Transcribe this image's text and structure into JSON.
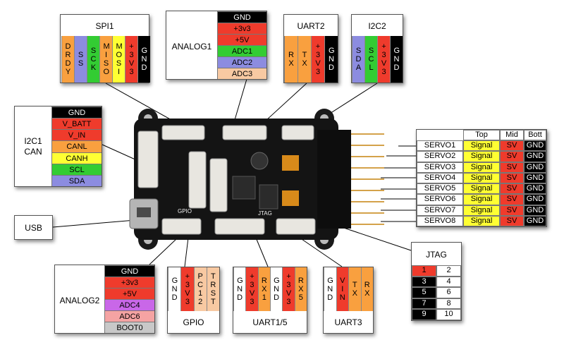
{
  "colors": {
    "black": "#000000",
    "red": "#ef3b2c",
    "orange": "#f9a03f",
    "yellow": "#ffff33",
    "green": "#33cc33",
    "blue": "#8c8ce0",
    "violet": "#c967e8",
    "peach": "#f8c9a2",
    "pink": "#f5a3a3",
    "gray": "#c8c8c8"
  },
  "spi1": {
    "title": "SPI1",
    "pins": [
      {
        "text": "DRDY",
        "color": "#f9a03f",
        "fg": "#000"
      },
      {
        "text": "SS",
        "color": "#8c8ce0",
        "fg": "#000"
      },
      {
        "text": "SCK",
        "color": "#33cc33",
        "fg": "#000"
      },
      {
        "text": "MISO",
        "color": "#f9a03f",
        "fg": "#000"
      },
      {
        "text": "MOSI",
        "color": "#ffff33",
        "fg": "#000"
      },
      {
        "text": "+3V3",
        "color": "#ef3b2c",
        "fg": "#000"
      },
      {
        "text": "GND",
        "color": "#000000",
        "fg": "#fff"
      }
    ]
  },
  "analog1": {
    "title": "ANALOG1",
    "rows": [
      {
        "text": "GND",
        "color": "#000000",
        "fg": "#fff"
      },
      {
        "text": "+3v3",
        "color": "#ef3b2c",
        "fg": "#000"
      },
      {
        "text": "+5V",
        "color": "#ef3b2c",
        "fg": "#000"
      },
      {
        "text": "ADC1",
        "color": "#33cc33",
        "fg": "#000"
      },
      {
        "text": "ADC2",
        "color": "#8c8ce0",
        "fg": "#000"
      },
      {
        "text": "ADC3",
        "color": "#f8c9a2",
        "fg": "#000"
      }
    ]
  },
  "uart2": {
    "title": "UART2",
    "pins": [
      {
        "text": "RX",
        "color": "#f9a03f",
        "fg": "#000"
      },
      {
        "text": "TX",
        "color": "#f9a03f",
        "fg": "#000"
      },
      {
        "text": "+3V3",
        "color": "#ef3b2c",
        "fg": "#000"
      },
      {
        "text": "GND",
        "color": "#000000",
        "fg": "#fff"
      }
    ]
  },
  "i2c2": {
    "title": "I2C2",
    "pins": [
      {
        "text": "SDA",
        "color": "#8c8ce0",
        "fg": "#000"
      },
      {
        "text": "SCL",
        "color": "#33cc33",
        "fg": "#000"
      },
      {
        "text": "+3V3",
        "color": "#ef3b2c",
        "fg": "#000"
      },
      {
        "text": "GND",
        "color": "#000000",
        "fg": "#fff"
      }
    ]
  },
  "i2c1": {
    "title_line1": "I2C1",
    "title_line2": "CAN",
    "rows": [
      {
        "text": "GND",
        "color": "#000000",
        "fg": "#fff"
      },
      {
        "text": "V_BATT",
        "color": "#ef3b2c",
        "fg": "#000"
      },
      {
        "text": "V_IN",
        "color": "#ef3b2c",
        "fg": "#000"
      },
      {
        "text": "CANL",
        "color": "#f9a03f",
        "fg": "#000"
      },
      {
        "text": "CANH",
        "color": "#ffff33",
        "fg": "#000"
      },
      {
        "text": "SCL",
        "color": "#33cc33",
        "fg": "#000"
      },
      {
        "text": "SDA",
        "color": "#8c8ce0",
        "fg": "#000"
      }
    ]
  },
  "usb": {
    "title": "USB"
  },
  "servo": {
    "headers": [
      "Top",
      "Mid",
      "Bott"
    ],
    "rows": [
      {
        "name": "SERVO1",
        "top": "Signal",
        "mid": "SV",
        "bot": "GND"
      },
      {
        "name": "SERVO2",
        "top": "Signal",
        "mid": "SV",
        "bot": "GND"
      },
      {
        "name": "SERVO3",
        "top": "Signal",
        "mid": "SV",
        "bot": "GND"
      },
      {
        "name": "SERVO4",
        "top": "Signal",
        "mid": "SV",
        "bot": "GND"
      },
      {
        "name": "SERVO5",
        "top": "Signal",
        "mid": "SV",
        "bot": "GND"
      },
      {
        "name": "SERVO6",
        "top": "Signal",
        "mid": "SV",
        "bot": "GND"
      },
      {
        "name": "SERVO7",
        "top": "Signal",
        "mid": "SV",
        "bot": "GND"
      },
      {
        "name": "SERVO8",
        "top": "Signal",
        "mid": "SV",
        "bot": "GND"
      }
    ]
  },
  "jtag": {
    "title": "JTAG",
    "rows": [
      [
        "1",
        "2"
      ],
      [
        "3",
        "4"
      ],
      [
        "5",
        "6"
      ],
      [
        "7",
        "8"
      ],
      [
        "9",
        "10"
      ]
    ]
  },
  "analog2": {
    "title": "ANALOG2",
    "rows": [
      {
        "text": "GND",
        "color": "#000000",
        "fg": "#fff"
      },
      {
        "text": "+3v3",
        "color": "#ef3b2c",
        "fg": "#000"
      },
      {
        "text": "+5V",
        "color": "#ef3b2c",
        "fg": "#000"
      },
      {
        "text": "ADC4",
        "color": "#c967e8",
        "fg": "#000"
      },
      {
        "text": "ADC6",
        "color": "#f5a3a3",
        "fg": "#000"
      },
      {
        "text": "BOOT0",
        "color": "#c8c8c8",
        "fg": "#000"
      }
    ]
  },
  "gpio": {
    "title": "GPIO",
    "pins": [
      {
        "text": "GND",
        "color": "#ffffff",
        "fg": "#000"
      },
      {
        "text": "+3V3",
        "color": "#ef3b2c",
        "fg": "#000"
      },
      {
        "text": "PC12",
        "color": "#f8c9a2",
        "fg": "#000"
      },
      {
        "text": "TRST",
        "color": "#f8c9a2",
        "fg": "#000"
      }
    ]
  },
  "uart15": {
    "title": "UART1/5",
    "pins": [
      {
        "text": "GND",
        "color": "#ffffff",
        "fg": "#000"
      },
      {
        "text": "+3V3",
        "color": "#ef3b2c",
        "fg": "#000"
      },
      {
        "text": "RX1",
        "color": "#f9a03f",
        "fg": "#000"
      },
      {
        "text": "GND",
        "color": "#ffffff",
        "fg": "#000"
      },
      {
        "text": "+3V3",
        "color": "#ef3b2c",
        "fg": "#000"
      },
      {
        "text": "RX5",
        "color": "#f9a03f",
        "fg": "#000"
      }
    ]
  },
  "uart3": {
    "title": "UART3",
    "pins": [
      {
        "text": "GND",
        "color": "#ffffff",
        "fg": "#000"
      },
      {
        "text": "VIN",
        "color": "#ef3b2c",
        "fg": "#000"
      },
      {
        "text": "TX",
        "color": "#f9a03f",
        "fg": "#000"
      },
      {
        "text": "RX",
        "color": "#f9a03f",
        "fg": "#000"
      }
    ]
  },
  "board": {
    "labels": [
      "GPIO",
      "JTAG"
    ]
  }
}
